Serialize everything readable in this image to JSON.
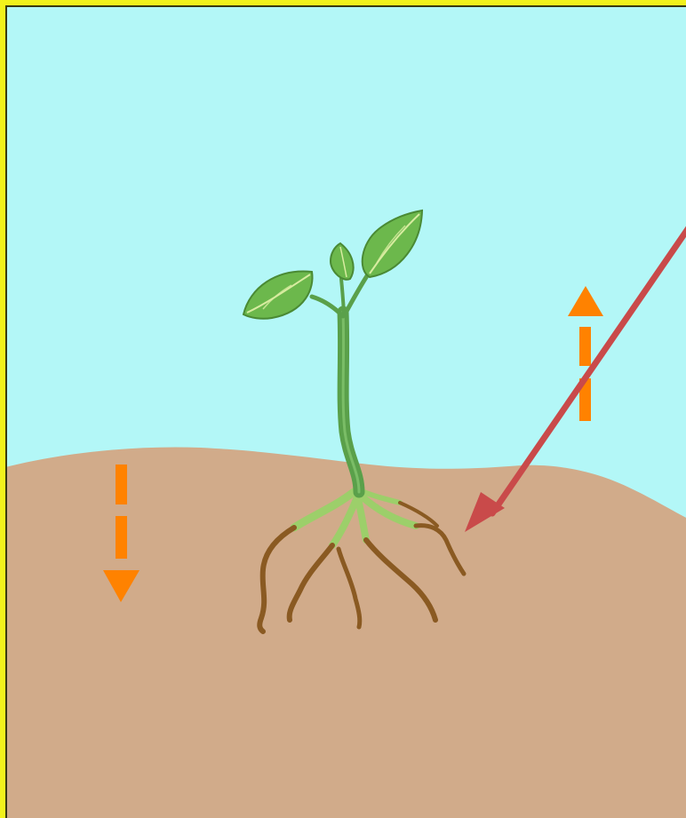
{
  "diagram": {
    "subject": "seedling-growth-directions",
    "colors": {
      "sky": "#b3f7f7",
      "soil": "#d1ab8a",
      "frame": "#f2f21c",
      "stem": "#5aa04a",
      "leaf": "#6cb84c",
      "leaf_vein": "#d8eca0",
      "root_young": "#9ccf6a",
      "root_old": "#8a5a22",
      "growth_arrow": "#ff8200",
      "pointer_arrow": "#c94a4a"
    },
    "elements": {
      "shoot_arrow": "up",
      "root_arrow": "down",
      "pointer_target": "root-tip"
    }
  }
}
